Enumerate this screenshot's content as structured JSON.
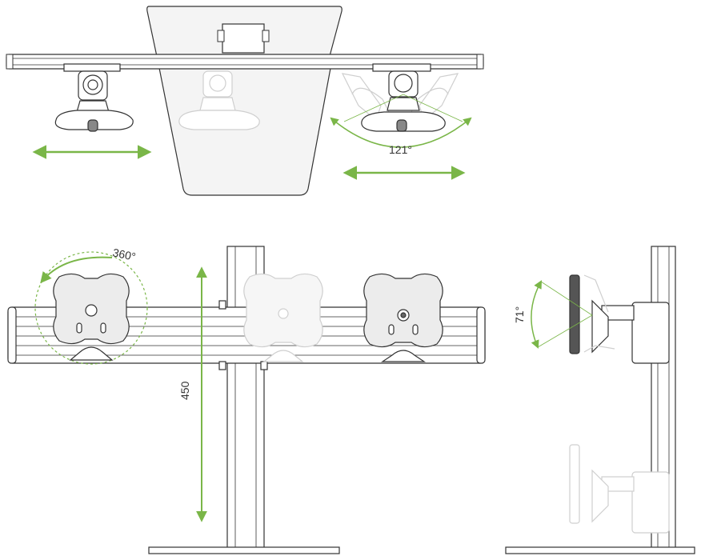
{
  "labels": {
    "swivel_top": "121°",
    "rotation": "360°",
    "height": "450",
    "tilt": "71°"
  },
  "colors": {
    "accent": "#7ab648",
    "line": "#333333",
    "ghost": "#c8c8c8",
    "panel": "#e6e6e6"
  }
}
